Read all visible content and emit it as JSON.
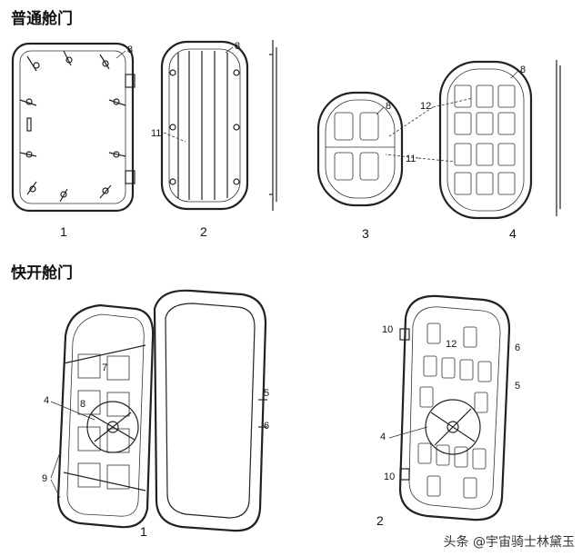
{
  "sections": {
    "normal_title": "普通舱门",
    "quick_title": "快开舱门"
  },
  "figure_numbers": {
    "n1": "1",
    "n2": "2",
    "n3": "3",
    "n4": "4",
    "q1": "1",
    "q2": "2"
  },
  "callouts": {
    "c8a": "8",
    "c8b": "8",
    "c8c": "8",
    "c8d": "8",
    "c11a": "11",
    "c11b": "11",
    "c12a": "12",
    "q_7": "7",
    "q_4": "4",
    "q_8": "8",
    "q_9": "9",
    "q_5": "5",
    "q_6": "6",
    "r_10a": "10",
    "r_12": "12",
    "r_6": "6",
    "r_5": "5",
    "r_4": "4",
    "r_10b": "10"
  },
  "watermark": "头条 @宇宙骑士林黛玉"
}
